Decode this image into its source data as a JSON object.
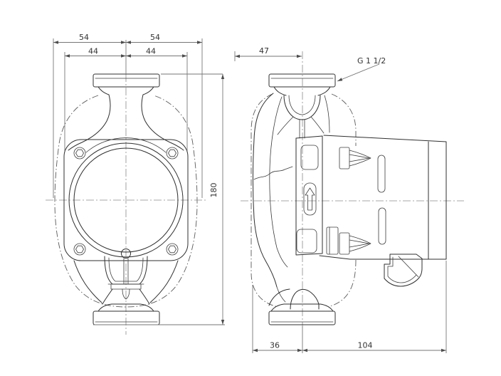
{
  "dimensions": {
    "front": {
      "top_outer_left": "54",
      "top_outer_right": "54",
      "top_inner_left": "44",
      "top_inner_right": "44",
      "height": "180"
    },
    "side": {
      "top_offset": "47",
      "connection_thread": "G 1 1/2",
      "bottom_left": "36",
      "bottom_right": "104"
    }
  }
}
